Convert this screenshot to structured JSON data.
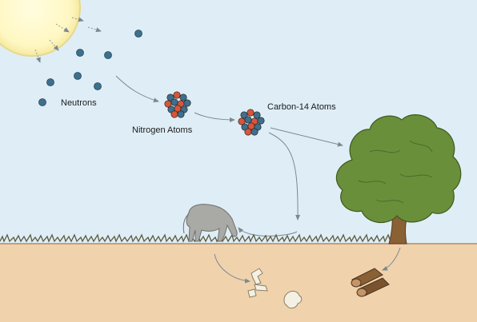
{
  "labels": {
    "neutrons": "Neutrons",
    "nitrogen_atoms": "Nitrogen Atoms",
    "carbon14_atoms": "Carbon-14 Atoms"
  },
  "colors": {
    "sky": "#dfeef6",
    "sun": "#fff8c8",
    "neutron": "#3f6f8c",
    "proton": "#d9553a",
    "soil": "#f0d2ad",
    "grass": "#6b6b4b",
    "foliage": "#6a8f3a",
    "trunk": "#8a6035",
    "horse": "#a9aaa6",
    "arrow": "#7b8890"
  }
}
